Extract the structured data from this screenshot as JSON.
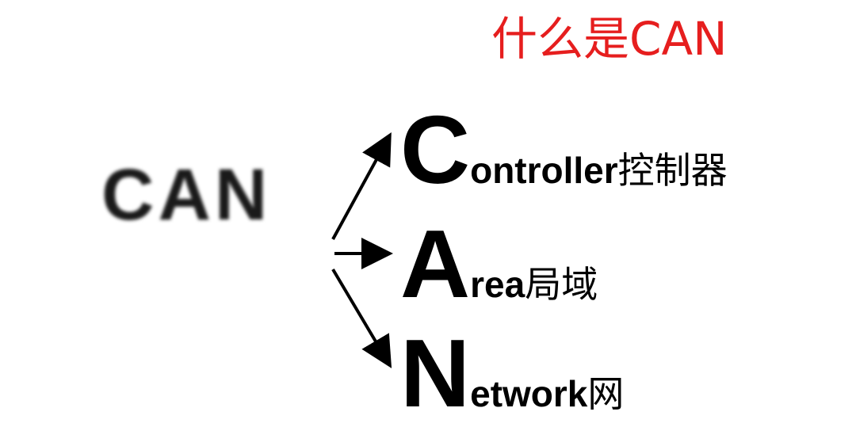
{
  "title": "什么是CAN",
  "root_label": "CAN",
  "colors": {
    "title": "#e61e1e",
    "text": "#000000",
    "arrow": "#000000"
  },
  "terms": [
    {
      "initial": "C",
      "rest": "ontroller",
      "chinese": "控制器"
    },
    {
      "initial": "A",
      "rest": "rea",
      "chinese": "局域"
    },
    {
      "initial": "N",
      "rest": "etwork",
      "chinese": "网"
    }
  ]
}
